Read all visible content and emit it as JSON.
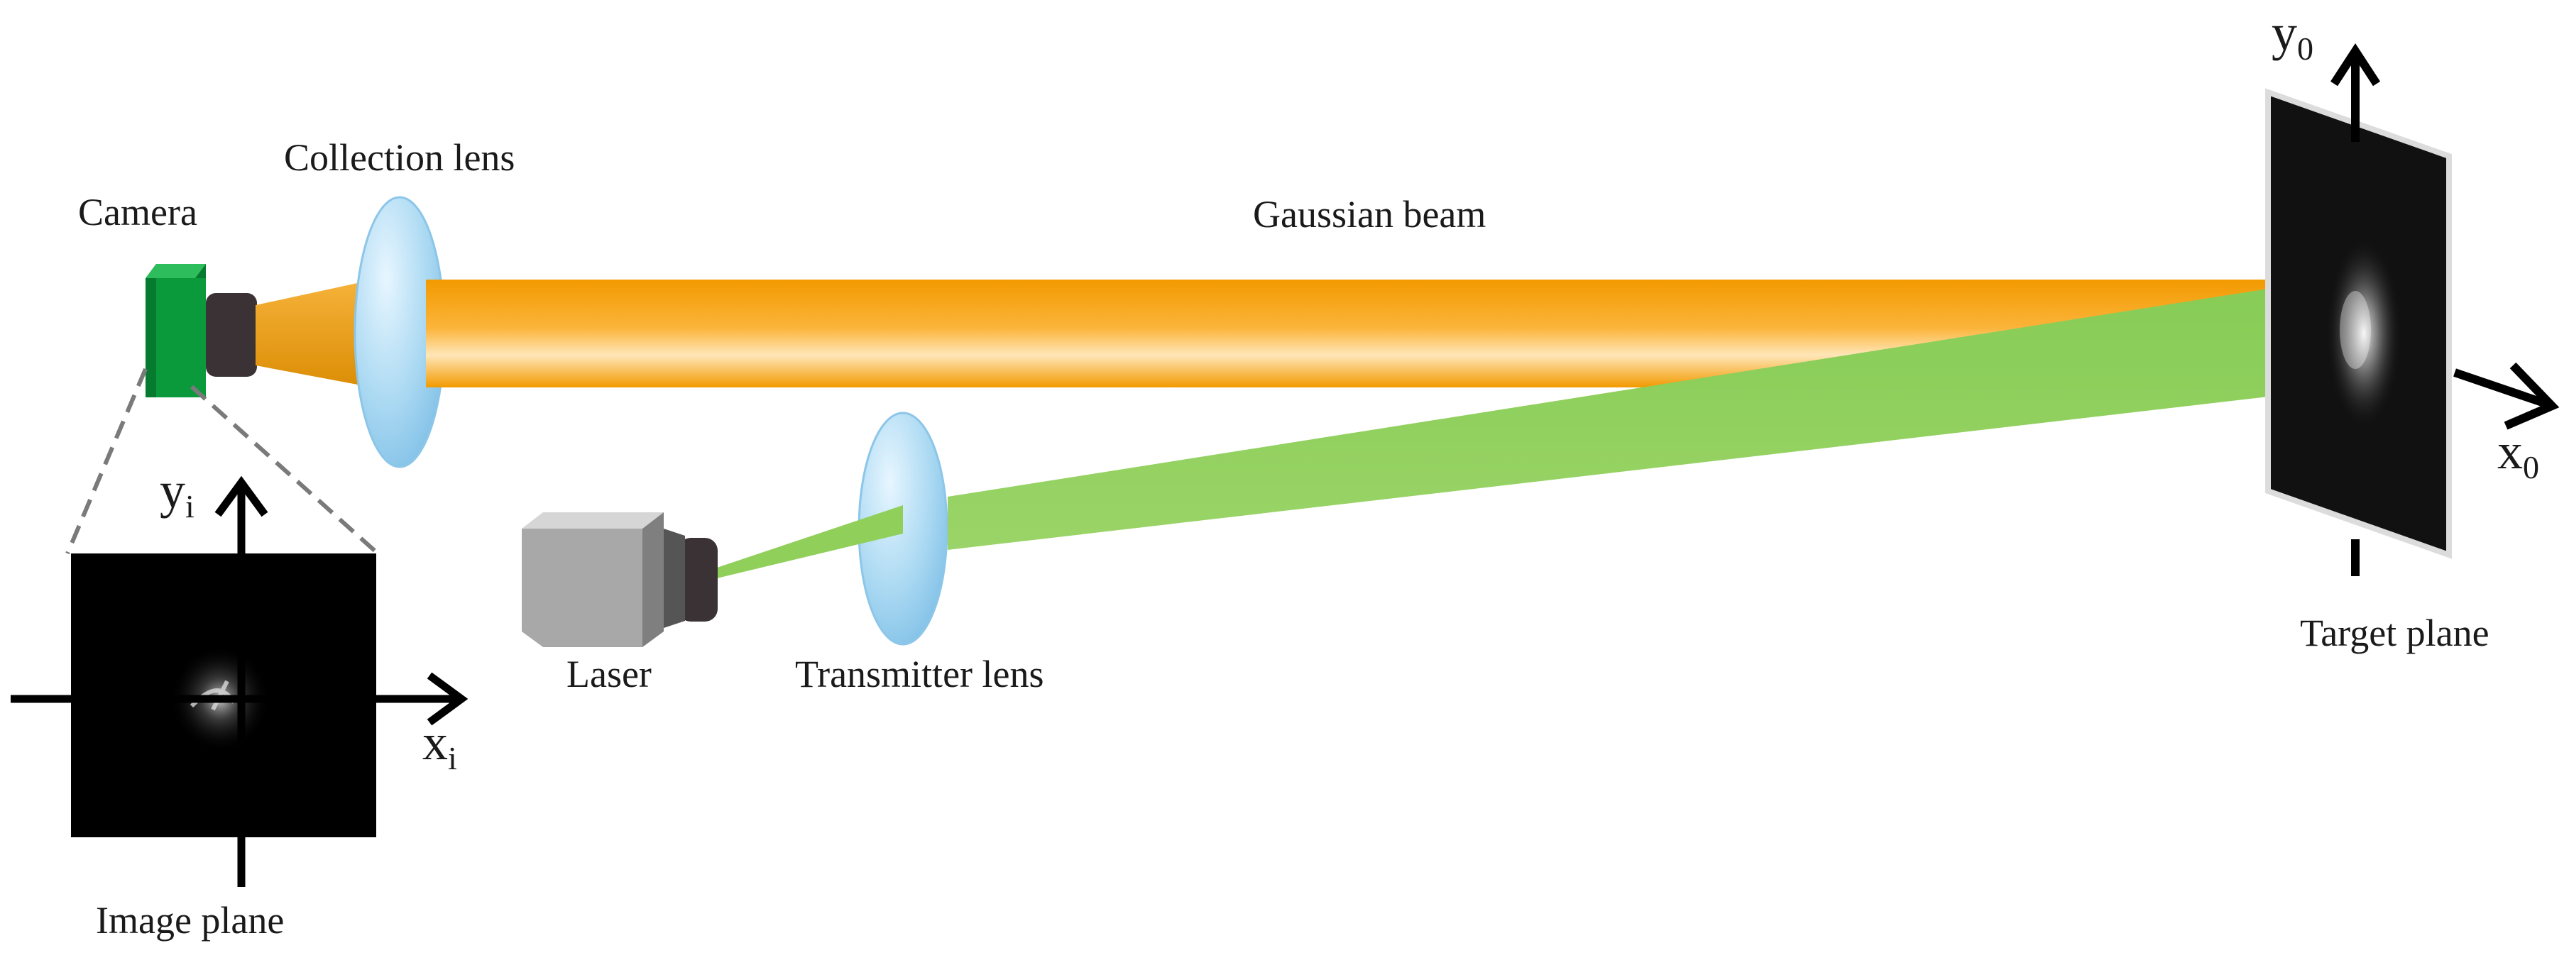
{
  "labels": {
    "camera": "Camera",
    "collection_lens": "Collection lens",
    "gaussian_beam": "Gaussian beam",
    "laser": "Laser",
    "transmitter_lens": "Transmitter lens",
    "target_plane": "Target plane",
    "image_plane": "Image plane"
  },
  "axes": {
    "image_x": {
      "base": "x",
      "subscript": "i"
    },
    "image_y": {
      "base": "y",
      "subscript": "i"
    },
    "target_x": {
      "base": "x",
      "subscript": "0"
    },
    "target_y": {
      "base": "y",
      "subscript": "0"
    }
  },
  "colors": {
    "gaussian_beam": "#f7a000",
    "laser_beam": "#8fcf5a",
    "lens": "#a9d8f2",
    "camera_body": "#0a9a3c",
    "laser_body": "#a8a8a8",
    "plane": "#000000"
  }
}
